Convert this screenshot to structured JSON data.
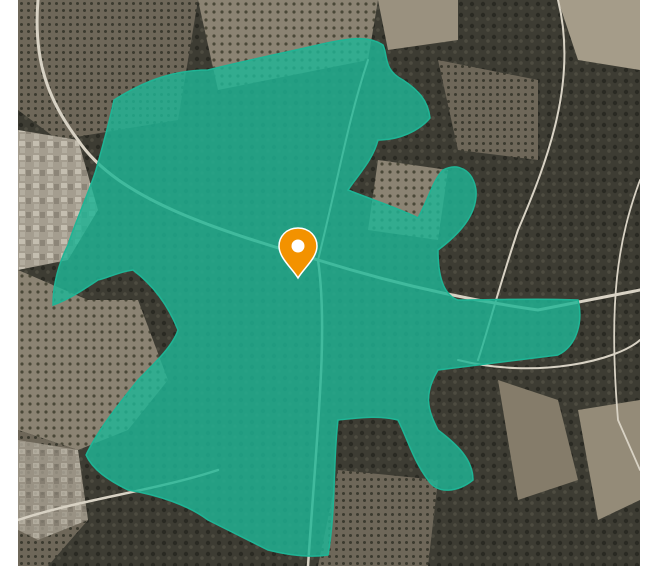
{
  "map": {
    "type": "satellite",
    "overlay": {
      "kind": "isochrone-area",
      "color": "#1fb495",
      "opacity": 0.82
    },
    "marker": {
      "icon": "location-pin-icon",
      "color": "#f39200"
    },
    "colors": {
      "terrain_dark": "#3a3930",
      "terrain_field": "#7a7263",
      "terrain_field_light": "#9b9284",
      "road": "#d8d2c4",
      "building": "#b9b3a5"
    }
  }
}
